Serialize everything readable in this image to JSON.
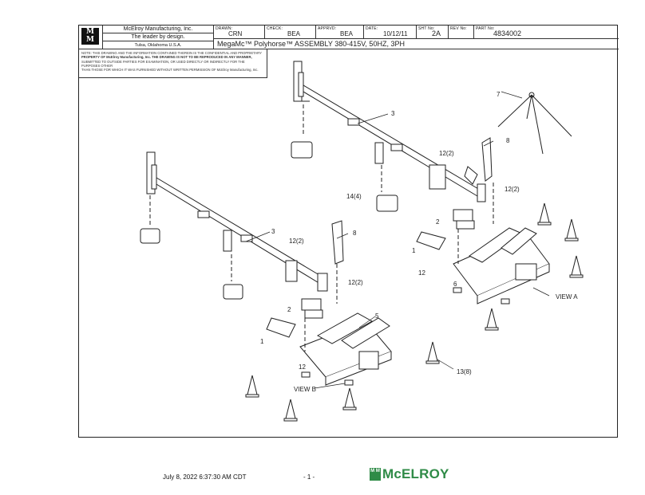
{
  "title_block": {
    "company": "McElroy Manufacturing, Inc.",
    "tagline": "The leader by design.",
    "location": "Tulsa, Oklahoma U.S.A.",
    "logo_text": "M M",
    "drawn_label": "DRAWN:",
    "drawn_value": "CRN",
    "check_label": "CHECK:",
    "check_value": "BEA",
    "approved_label": "APPRVD:",
    "approved_value": "BEA",
    "date_label": "DATE:",
    "date_value": "10/12/11",
    "sheet_label": "SHT No:",
    "sheet_value": "2A",
    "rev_label": "REV No:",
    "rev_value": "",
    "part_label": "PART No:",
    "part_value": "4834002",
    "description": "MegaMc™ Polyhorse™ ASSEMBLY 380-415V, 50HZ, 3PH",
    "notice_1": "NOTE: THIS DRAWING AND THE INFORMATION CONTAINED THEREIN IS THE CONFIDENTIAL AND PROPRIETARY",
    "notice_2": "PROPERTY OF McElroy Manufacturing, Inc. THE DRAWING IS NOT TO BE REPRODUCED IN ANY MANNER,",
    "notice_3": "SUBMITTED TO OUTSIDE PARTIES FOR EXAMINATION, OR USED DIRECTLY OR INDIRECTLY FOR THE PURPOSES OTHER",
    "notice_4": "THAN THOSE FOR WHICH IT WAS FURNISHED WITHOUT WRITTEN PERMISSION OF McElroy Manufacturing, Inc."
  },
  "callouts": {
    "c1a": "1",
    "c1b": "1",
    "c2a": "2",
    "c2b": "2",
    "c3a": "3",
    "c3b": "3",
    "c5": "5",
    "c6": "6",
    "c7": "7",
    "c8a": "8",
    "c8b": "8",
    "c12a": "12",
    "c12b": "12",
    "c12_2a": "12(2)",
    "c12_2b": "12(2)",
    "c12_2c": "12(2)",
    "c12_2d": "12(2)",
    "c13": "13(8)",
    "c14": "14(4)",
    "view_a": "VIEW A",
    "view_b": "VIEW B"
  },
  "footer": {
    "timestamp": "July 8, 2022 6:37:30 AM CDT",
    "page": "- 1 -",
    "brand": "McELROY",
    "brand_mark": "M M"
  },
  "colors": {
    "brand_green": "#2f8b47",
    "line": "#222222"
  }
}
